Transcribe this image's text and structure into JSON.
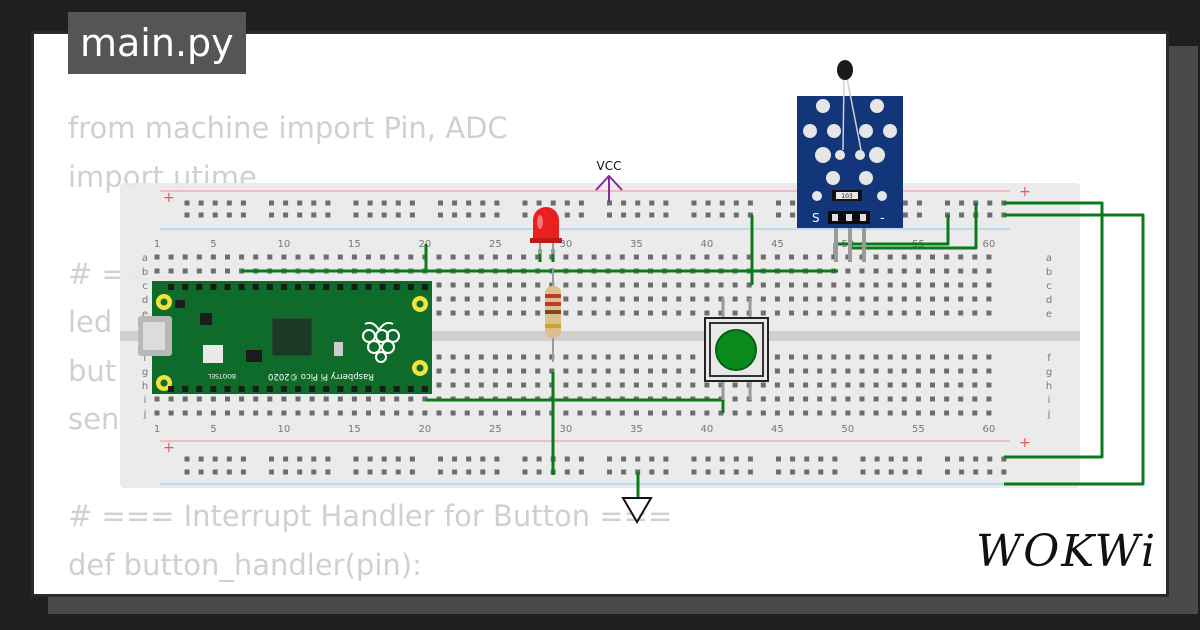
{
  "file_tab": "main.py",
  "code_lines": [
    "from machine import Pin, ADC",
    "import utime",
    "",
    "# ===",
    "led",
    "but",
    "sen",
    "",
    "# === Interrupt Handler for Button ===",
    "def button_handler(pin):"
  ],
  "breadboard": {
    "column_numbers": [
      "1",
      "5",
      "10",
      "15",
      "20",
      "25",
      "30",
      "35",
      "40",
      "45",
      "50",
      "55",
      "60"
    ],
    "row_letters_top": [
      "a",
      "b",
      "c",
      "d",
      "e"
    ],
    "row_letters_bottom": [
      "f",
      "g",
      "h",
      "i",
      "j"
    ],
    "rail_plus": "+",
    "rail_minus": "-"
  },
  "pico": {
    "label": "Raspberry Pi Pico ©2020",
    "bootsel": "BOOTSEL"
  },
  "power_label": "VCC",
  "sensor_module": {
    "pin_signal": "S",
    "pin_ground": "-",
    "resistor_code": "103"
  },
  "brand": "WOKWi",
  "colors": {
    "wire": "#0b7a1d",
    "led": "#e82020",
    "button_cap": "#0a8a1a",
    "pico_board": "#0e6b2a",
    "sensor_board": "#13357a",
    "vcc_symbol": "#8b2a9b"
  }
}
